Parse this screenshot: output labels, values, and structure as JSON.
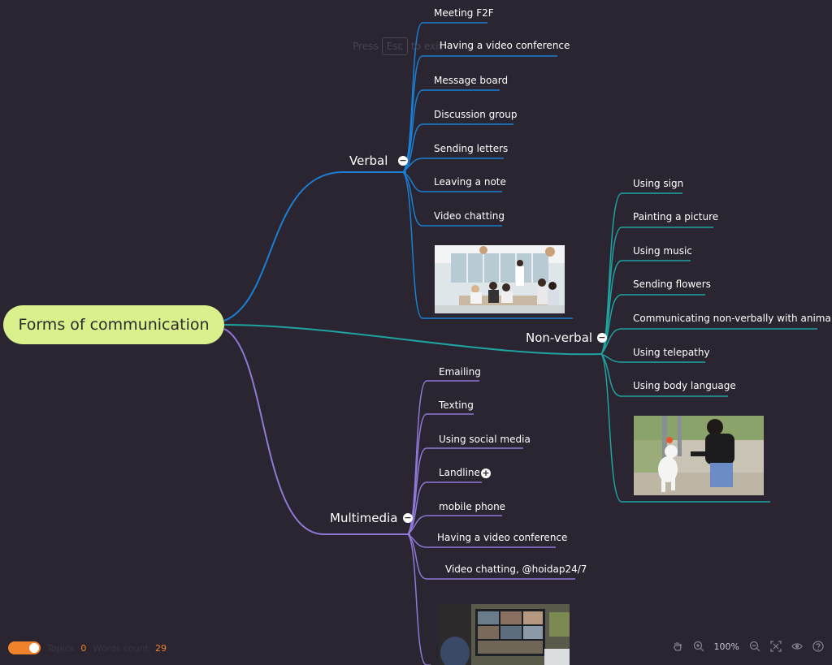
{
  "esc_hint": {
    "pre": "Press",
    "key": "Esc",
    "post": "to exit"
  },
  "root": {
    "label": "Forms of communication"
  },
  "branches": {
    "verbal": {
      "label": "Verbal",
      "color": "#1a7fd6",
      "items": [
        "Meeting F2F",
        "Having a video conference",
        "Message board",
        "Discussion group",
        "Sending letters",
        "Leaving a note",
        "Video chatting"
      ]
    },
    "nonverbal": {
      "label": "Non-verbal",
      "color": "#1fa3a0",
      "items": [
        "Using sign",
        "Painting a picture",
        "Using music",
        "Sending flowers",
        "Communicating non-verbally with animals",
        "Using telepathy",
        "Using body language"
      ]
    },
    "multimedia": {
      "label": "Multimedia",
      "color": "#8f79d8",
      "items": [
        "Emailing",
        "Texting",
        "Using social media",
        "Landline",
        "mobile phone",
        "Having a video conference",
        "Video chatting, @hoidap24/7"
      ]
    }
  },
  "footer": {
    "topics_label": "Topics",
    "topics_value": "0",
    "words_label": "Words count",
    "words_value": "29",
    "zoom": "100%"
  },
  "icons": [
    "hand-icon",
    "zoom-in-icon",
    "zoom-out-icon",
    "fit-screen-icon",
    "eye-icon",
    "help-icon"
  ]
}
